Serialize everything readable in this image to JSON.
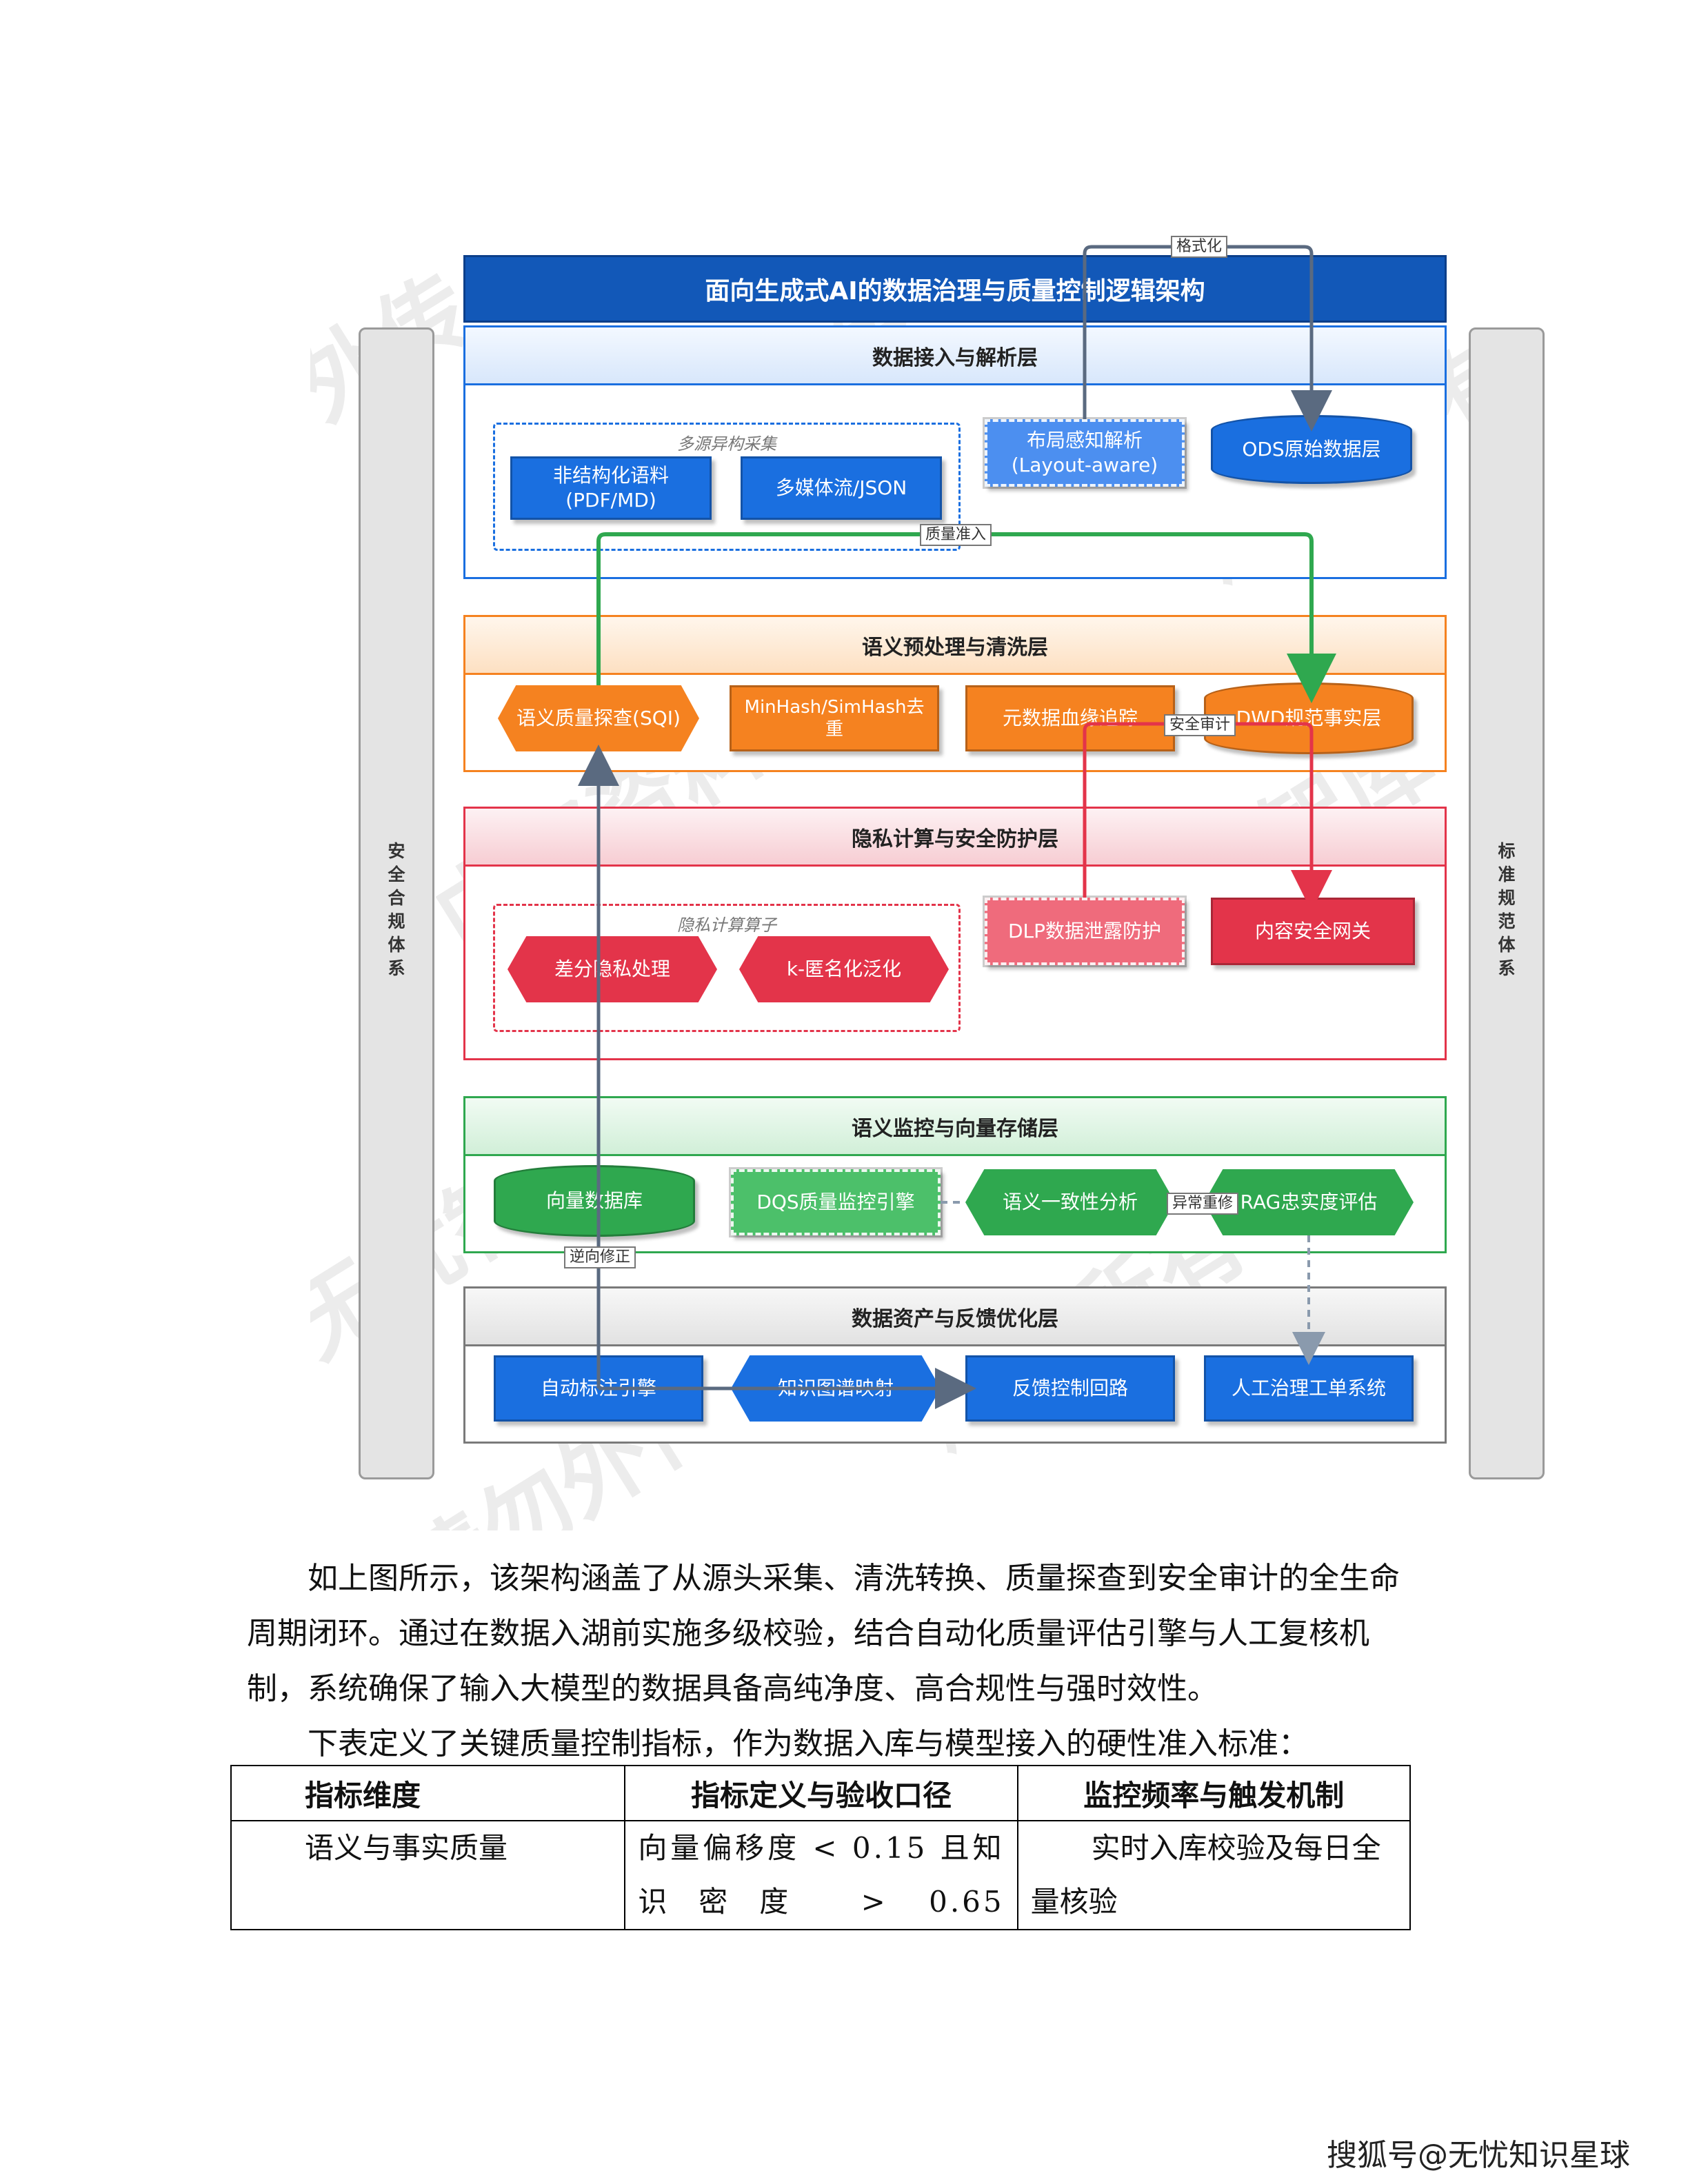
{
  "diagram": {
    "title": "面向生成式AI的数据治理与质量控制逻辑架构",
    "left_side": "安全合规体系",
    "right_side": "标准规范体系",
    "watermarks": [
      "外传",
      "版权所有",
      "请勿外传",
      "内部资料",
      "无忧智库",
      "©无忧智库",
      "资料",
      "版权所有"
    ],
    "layers": [
      {
        "title": "数据接入与解析层",
        "group": "多源异构采集",
        "nodes": [
          "非结构化语料\n(PDF/MD)",
          "多媒体流/JSON",
          "布局感知解析\n(Layout-aware)",
          "ODS原始数据层"
        ]
      },
      {
        "title": "语义预处理与清洗层",
        "nodes": [
          "语义质量探查(SQI)",
          "MinHash/SimHash去重",
          "元数据血缘追踪",
          "DWD规范事实层"
        ]
      },
      {
        "title": "隐私计算与安全防护层",
        "group": "隐私计算算子",
        "nodes": [
          "差分隐私处理",
          "k-匿名化泛化",
          "DLP数据泄露防护",
          "内容安全网关"
        ]
      },
      {
        "title": "语义监控与向量存储层",
        "nodes": [
          "向量数据库",
          "DQS质量监控引擎",
          "语义一致性分析",
          "RAG忠实度评估"
        ]
      },
      {
        "title": "数据资产与反馈优化层",
        "nodes": [
          "自动标注引擎",
          "知识图谱映射",
          "反馈控制回路",
          "人工治理工单系统"
        ]
      }
    ],
    "connectors": {
      "format": "格式化",
      "quality_access": "质量准入",
      "security_audit": "安全审计",
      "anomaly_rerun": "异常重修",
      "reverse_fix": "逆向修正"
    },
    "colors": {
      "blue": "#1a6fe0",
      "orange": "#f58220",
      "red": "#e3344a",
      "green": "#2fa84f",
      "navy": "#1558b8"
    }
  },
  "paragraphs": [
    "如上图所示，该架构涵盖了从源头采集、清洗转换、质量探查到安全审计的全生命周期闭环。通过在数据入湖前实施多级校验，结合自动化质量评估引擎与人工复核机制，系统确保了输入大模型的数据具备高纯净度、高合规性与强时效性。",
    "下表定义了关键质量控制指标，作为数据入库与模型接入的硬性准入标准："
  ],
  "table": {
    "headers": [
      "指标维度",
      "指标定义与验收口径",
      "监控频率与触发机制"
    ],
    "rows": [
      [
        "语义与事实质量",
        "向量偏移度 < 0.15 且知识密度 > 0.65",
        "实时入库校验及每日全量核验"
      ]
    ]
  },
  "footer": "搜狐号@无忧知识星球"
}
